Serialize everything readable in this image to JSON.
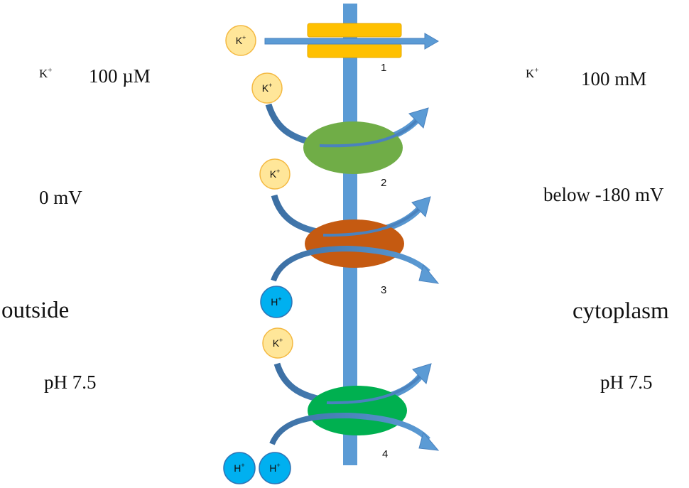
{
  "outside": {
    "k_label": "K",
    "k_sup": "+",
    "k_concentration": "100 µM",
    "potential": "0 mV",
    "side_label": "outside",
    "ph": "pH 7.5"
  },
  "cytoplasm": {
    "k_label": "K",
    "k_sup": "+",
    "k_concentration": "100 mM",
    "potential": "below -180 mV",
    "side_label": "cytoplasm",
    "ph": "pH 7.5"
  },
  "ions": {
    "k_symbol": "K",
    "h_symbol": "H",
    "charge": "+"
  },
  "transporters": [
    {
      "number": "1",
      "color": "#FFC000"
    },
    {
      "number": "2",
      "color": "#70AD47"
    },
    {
      "number": "3",
      "color": "#C55A11"
    },
    {
      "number": "4",
      "color": "#00B050"
    }
  ],
  "colors": {
    "membrane": "#5B9BD5",
    "arrow": "#4A82BE",
    "k_ion_fill": "#FFE699",
    "k_ion_stroke": "#F4B942",
    "h_ion_fill": "#00B0F0",
    "h_ion_stroke": "#2E75B6"
  }
}
